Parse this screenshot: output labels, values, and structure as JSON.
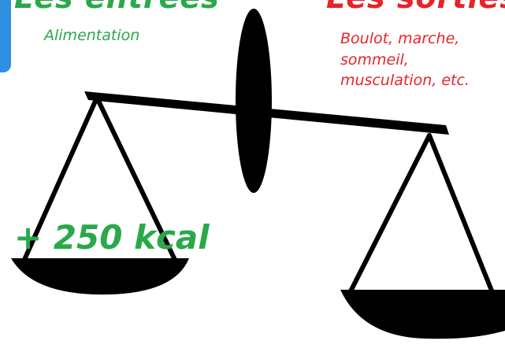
{
  "left": {
    "heading": "Les entrées",
    "subtitle": "Alimentation"
  },
  "right": {
    "heading": "Les sorties",
    "lines": [
      "Boulot, marche,",
      "sommeil,",
      "musculation, etc."
    ]
  },
  "balance": {
    "label": "+ 250 kcal"
  },
  "colors": {
    "entrees": "#2aa84a",
    "sorties": "#e8232a",
    "scale": "#000000",
    "edge": "#2f8fe0"
  }
}
